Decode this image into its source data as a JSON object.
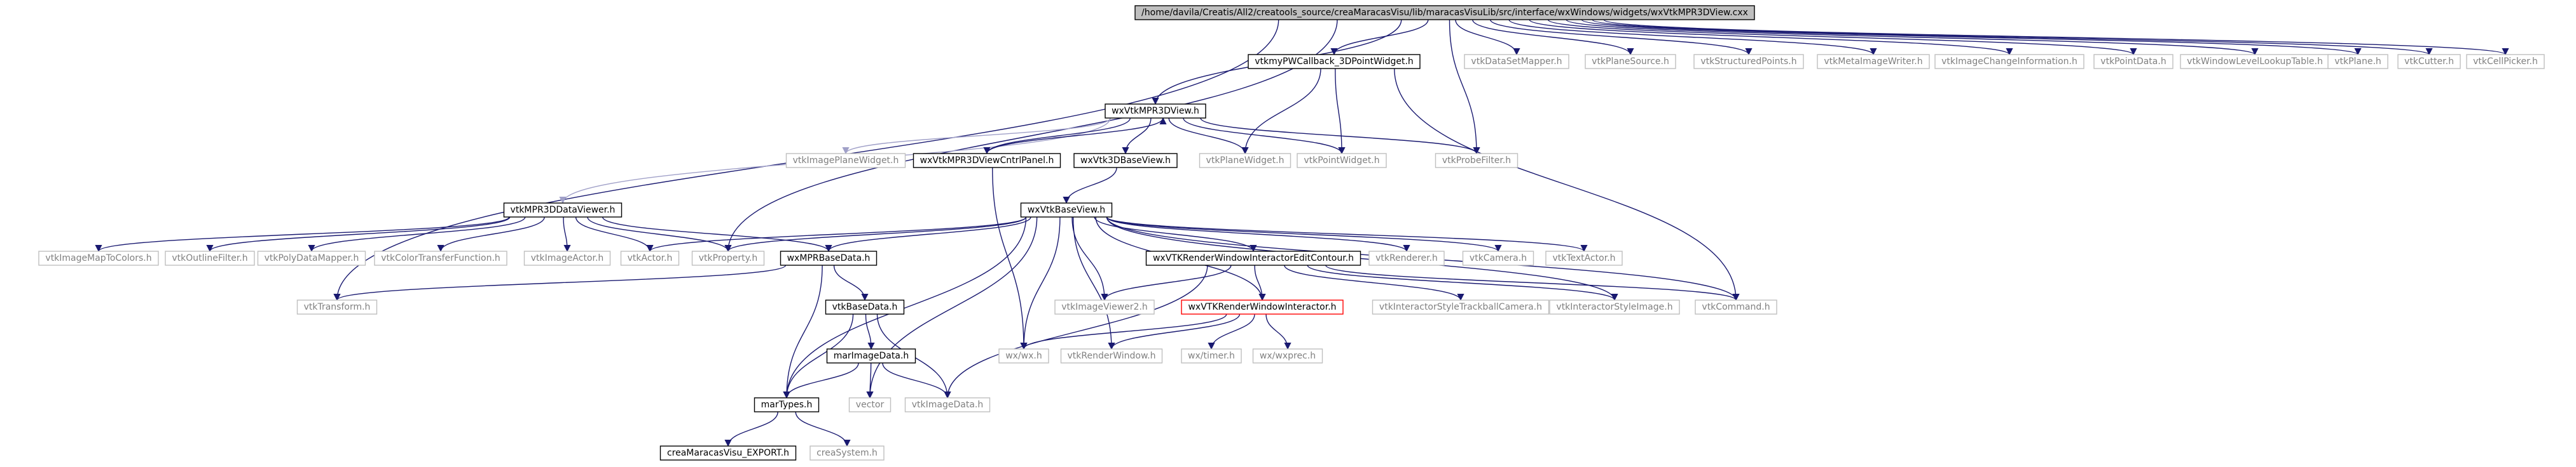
{
  "colors": {
    "root_fill": "#bfbfbf",
    "node_border": "#000000",
    "external_border": "#bfbfbf",
    "highlight_border": "#ff0000",
    "text": "#000000",
    "external_text": "#808080",
    "edge_main": "#191970",
    "edge_light": "#a0a0c8"
  },
  "nodes": [
    {
      "id": "root",
      "label": "/home/davila/Creatis/All2/creatools_source/creaMaracasVisu/lib/maracasVisuLib/src/interface/wxWindows/widgets/wxVtkMPR3DView.cxx",
      "kind": "root"
    },
    {
      "id": "vtkTransform",
      "label": "vtkTransform.h",
      "kind": "external"
    },
    {
      "id": "vtkmyPWCallback",
      "label": "vtkmyPWCallback_3DPointWidget.h",
      "kind": "file"
    },
    {
      "id": "vtkDataSetMapper",
      "label": "vtkDataSetMapper.h",
      "kind": "external"
    },
    {
      "id": "vtkPlaneSource",
      "label": "vtkPlaneSource.h",
      "kind": "external"
    },
    {
      "id": "vtkStructuredPoints",
      "label": "vtkStructuredPoints.h",
      "kind": "external"
    },
    {
      "id": "vtkMetaImageWriter",
      "label": "vtkMetaImageWriter.h",
      "kind": "external"
    },
    {
      "id": "vtkImageChangeInformation",
      "label": "vtkImageChangeInformation.h",
      "kind": "external"
    },
    {
      "id": "vtkPointData",
      "label": "vtkPointData.h",
      "kind": "external"
    },
    {
      "id": "vtkWindowLevelLookupTable",
      "label": "vtkWindowLevelLookupTable.h",
      "kind": "external"
    },
    {
      "id": "vtkPlane",
      "label": "vtkPlane.h",
      "kind": "external"
    },
    {
      "id": "vtkCutter",
      "label": "vtkCutter.h",
      "kind": "external"
    },
    {
      "id": "vtkCellPicker",
      "label": "vtkCellPicker.h",
      "kind": "external"
    },
    {
      "id": "wxVtkMPR3DView",
      "label": "wxVtkMPR3DView.h",
      "kind": "file"
    },
    {
      "id": "vtkImagePlaneWidget",
      "label": "vtkImagePlaneWidget.h",
      "kind": "external"
    },
    {
      "id": "wxVtkMPR3DViewCntrlPanel",
      "label": "wxVtkMPR3DViewCntrlPanel.h",
      "kind": "file"
    },
    {
      "id": "wxVtk3DBaseView",
      "label": "wxVtk3DBaseView.h",
      "kind": "file"
    },
    {
      "id": "vtkPlaneWidget",
      "label": "vtkPlaneWidget.h",
      "kind": "external"
    },
    {
      "id": "vtkPointWidget",
      "label": "vtkPointWidget.h",
      "kind": "external"
    },
    {
      "id": "vtkProbeFilter",
      "label": "vtkProbeFilter.h",
      "kind": "external"
    },
    {
      "id": "vtkMPR3DDataViewer",
      "label": "vtkMPR3DDataViewer.h",
      "kind": "file"
    },
    {
      "id": "wxVtkBaseView",
      "label": "wxVtkBaseView.h",
      "kind": "file"
    },
    {
      "id": "vtkImageMapToColors",
      "label": "vtkImageMapToColors.h",
      "kind": "external"
    },
    {
      "id": "vtkOutlineFilter",
      "label": "vtkOutlineFilter.h",
      "kind": "external"
    },
    {
      "id": "vtkPolyDataMapper",
      "label": "vtkPolyDataMapper.h",
      "kind": "external"
    },
    {
      "id": "vtkColorTransferFunction",
      "label": "vtkColorTransferFunction.h",
      "kind": "external"
    },
    {
      "id": "vtkImageActor",
      "label": "vtkImageActor.h",
      "kind": "external"
    },
    {
      "id": "vtkActor",
      "label": "vtkActor.h",
      "kind": "external"
    },
    {
      "id": "vtkProperty",
      "label": "vtkProperty.h",
      "kind": "external"
    },
    {
      "id": "wxMPRBaseData",
      "label": "wxMPRBaseData.h",
      "kind": "file"
    },
    {
      "id": "wxVTKRenderWindowInteractorEditContour",
      "label": "wxVTKRenderWindowInteractorEditContour.h",
      "kind": "file"
    },
    {
      "id": "vtkRenderer",
      "label": "vtkRenderer.h",
      "kind": "external"
    },
    {
      "id": "vtkCamera",
      "label": "vtkCamera.h",
      "kind": "external"
    },
    {
      "id": "vtkTextActor",
      "label": "vtkTextActor.h",
      "kind": "external"
    },
    {
      "id": "vtkImageViewer2",
      "label": "vtkImageViewer2.h",
      "kind": "external"
    },
    {
      "id": "wxVTKRenderWindowInteractor",
      "label": "wxVTKRenderWindowInteractor.h",
      "kind": "highlight"
    },
    {
      "id": "vtkInteractorStyleTrackballCamera",
      "label": "vtkInteractorStyleTrackballCamera.h",
      "kind": "external"
    },
    {
      "id": "vtkInteractorStyleImage",
      "label": "vtkInteractorStyleImage.h",
      "kind": "external"
    },
    {
      "id": "vtkCommand",
      "label": "vtkCommand.h",
      "kind": "external"
    },
    {
      "id": "vtkBaseData",
      "label": "vtkBaseData.h",
      "kind": "file"
    },
    {
      "id": "wxwx",
      "label": "wx/wx.h",
      "kind": "external"
    },
    {
      "id": "vtkRenderWindow",
      "label": "vtkRenderWindow.h",
      "kind": "external"
    },
    {
      "id": "wxtimer",
      "label": "wx/timer.h",
      "kind": "external"
    },
    {
      "id": "wxwxprec",
      "label": "wx/wxprec.h",
      "kind": "external"
    },
    {
      "id": "marImageData",
      "label": "marImageData.h",
      "kind": "file"
    },
    {
      "id": "marTypes",
      "label": "marTypes.h",
      "kind": "file"
    },
    {
      "id": "vector",
      "label": "vector",
      "kind": "external"
    },
    {
      "id": "vtkImageData",
      "label": "vtkImageData.h",
      "kind": "external"
    },
    {
      "id": "creaMaracasVisu_EXPORT",
      "label": "creaMaracasVisu_EXPORT.h",
      "kind": "file"
    },
    {
      "id": "creaSystem",
      "label": "creaSystem.h",
      "kind": "external"
    }
  ],
  "edges": [
    [
      "root",
      "vtkTransform"
    ],
    [
      "root",
      "vtkmyPWCallback"
    ],
    [
      "root",
      "vtkDataSetMapper"
    ],
    [
      "root",
      "vtkPlaneSource"
    ],
    [
      "root",
      "vtkStructuredPoints"
    ],
    [
      "root",
      "vtkMetaImageWriter"
    ],
    [
      "root",
      "vtkImageChangeInformation"
    ],
    [
      "root",
      "vtkPointData"
    ],
    [
      "root",
      "vtkWindowLevelLookupTable"
    ],
    [
      "root",
      "vtkPlane"
    ],
    [
      "root",
      "vtkCutter"
    ],
    [
      "root",
      "vtkCellPicker"
    ],
    [
      "root",
      "wxVtkMPR3DView"
    ],
    [
      "root",
      "vtkProperty"
    ],
    [
      "root",
      "vtkProbeFilter"
    ],
    [
      "vtkmyPWCallback",
      "vtkPlaneWidget"
    ],
    [
      "vtkmyPWCallback",
      "vtkPointWidget"
    ],
    [
      "vtkmyPWCallback",
      "vtkCommand"
    ],
    [
      "wxVtkMPR3DView",
      "vtkMPR3DDataViewer"
    ],
    [
      "wxVtkMPR3DView",
      "vtkImagePlaneWidget"
    ],
    [
      "wxVtkMPR3DView",
      "wxVtkMPR3DViewCntrlPanel"
    ],
    [
      "wxVtkMPR3DView",
      "wxVtk3DBaseView"
    ],
    [
      "wxVtkMPR3DView",
      "vtkPlaneWidget"
    ],
    [
      "wxVtkMPR3DView",
      "vtkPointWidget"
    ],
    [
      "wxVtkMPR3DView",
      "vtkProbeFilter"
    ],
    [
      "wxVtkMPR3DViewCntrlPanel",
      "wxVtkMPR3DView"
    ],
    [
      "wxVtkMPR3DViewCntrlPanel",
      "wxwx"
    ],
    [
      "wxVtk3DBaseView",
      "wxVtkBaseView"
    ],
    [
      "vtkMPR3DDataViewer",
      "vtkImageMapToColors"
    ],
    [
      "vtkMPR3DDataViewer",
      "vtkOutlineFilter"
    ],
    [
      "vtkMPR3DDataViewer",
      "vtkPolyDataMapper"
    ],
    [
      "vtkMPR3DDataViewer",
      "vtkColorTransferFunction"
    ],
    [
      "vtkMPR3DDataViewer",
      "vtkImageActor"
    ],
    [
      "vtkMPR3DDataViewer",
      "vtkActor"
    ],
    [
      "vtkMPR3DDataViewer",
      "vtkProperty"
    ],
    [
      "vtkMPR3DDataViewer",
      "wxMPRBaseData"
    ],
    [
      "wxVtkBaseView",
      "vtkActor"
    ],
    [
      "wxVtkBaseView",
      "vtkProperty"
    ],
    [
      "wxVtkBaseView",
      "wxMPRBaseData"
    ],
    [
      "wxVtkBaseView",
      "wxVTKRenderWindowInteractorEditContour"
    ],
    [
      "wxVtkBaseView",
      "vtkRenderer"
    ],
    [
      "wxVtkBaseView",
      "vtkCamera"
    ],
    [
      "wxVtkBaseView",
      "vtkTextActor"
    ],
    [
      "wxVtkBaseView",
      "vtkImageViewer2"
    ],
    [
      "wxVtkBaseView",
      "wxVTKRenderWindowInteractor"
    ],
    [
      "wxVtkBaseView",
      "vtkInteractorStyleImage"
    ],
    [
      "wxVtkBaseView",
      "vtkCommand"
    ],
    [
      "wxVtkBaseView",
      "wxwx"
    ],
    [
      "wxVtkBaseView",
      "vtkRenderWindow"
    ],
    [
      "wxVtkBaseView",
      "marTypes"
    ],
    [
      "wxVtkBaseView",
      "vector"
    ],
    [
      "wxMPRBaseData",
      "vtkTransform"
    ],
    [
      "wxMPRBaseData",
      "vtkBaseData"
    ],
    [
      "wxMPRBaseData",
      "marTypes"
    ],
    [
      "wxVTKRenderWindowInteractorEditContour",
      "vtkImageViewer2"
    ],
    [
      "wxVTKRenderWindowInteractorEditContour",
      "wxVTKRenderWindowInteractor"
    ],
    [
      "wxVTKRenderWindowInteractorEditContour",
      "vtkInteractorStyleTrackballCamera"
    ],
    [
      "wxVTKRenderWindowInteractorEditContour",
      "vtkInteractorStyleImage"
    ],
    [
      "wxVTKRenderWindowInteractorEditContour",
      "vtkCommand"
    ],
    [
      "wxVTKRenderWindowInteractorEditContour",
      "vtkImageData"
    ],
    [
      "wxVTKRenderWindowInteractor",
      "wxwx"
    ],
    [
      "wxVTKRenderWindowInteractor",
      "vtkRenderWindow"
    ],
    [
      "wxVTKRenderWindowInteractor",
      "wxtimer"
    ],
    [
      "wxVTKRenderWindowInteractor",
      "wxwxprec"
    ],
    [
      "vtkBaseData",
      "marImageData"
    ],
    [
      "vtkBaseData",
      "marTypes"
    ],
    [
      "vtkBaseData",
      "vtkImageData"
    ],
    [
      "marImageData",
      "marTypes"
    ],
    [
      "marImageData",
      "vector"
    ],
    [
      "marImageData",
      "vtkImageData"
    ],
    [
      "marTypes",
      "creaMaracasVisu_EXPORT"
    ],
    [
      "marTypes",
      "creaSystem"
    ]
  ]
}
